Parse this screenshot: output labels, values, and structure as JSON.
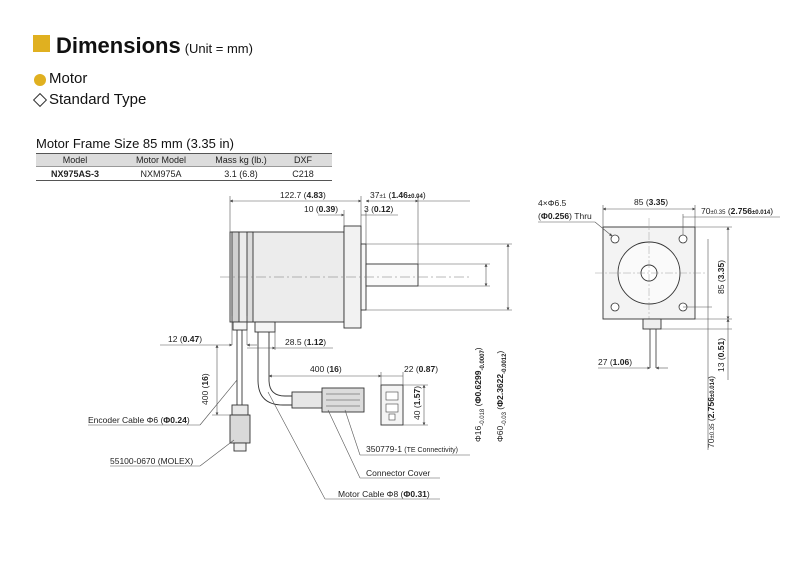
{
  "header": {
    "title": "Dimensions",
    "unit": "(Unit = mm)"
  },
  "section": {
    "motor": "Motor",
    "type": "Standard Type"
  },
  "frame": {
    "title": "Motor Frame Size 85 mm (3.35 in)"
  },
  "table": {
    "headers": [
      "Model",
      "Motor Model",
      "Mass kg (lb.)",
      "DXF"
    ],
    "row": [
      "NX975AS-3",
      "NXM975A",
      "3.1 (6.8)",
      "C218"
    ]
  },
  "dims": {
    "overall_len": {
      "v": "122.7 (",
      "b": "4.83",
      "e": ")"
    },
    "flange_10": {
      "v": "10 (",
      "b": "0.39",
      "e": ")"
    },
    "pilot_3": {
      "v": "3 (",
      "b": "0.12",
      "e": ")"
    },
    "shaft_37": {
      "v": "37",
      "t": "±1",
      "m": " (",
      "b": "1.46",
      "bt": "±0.04",
      "e": ")"
    },
    "d12": {
      "v": "12 (",
      "b": "0.47",
      "e": ")"
    },
    "d28": {
      "v": "28.5 (",
      "b": "1.12",
      "e": ")"
    },
    "d400h": {
      "v": "400 (",
      "b": "16",
      "e": ")"
    },
    "d22": {
      "v": "22 (",
      "b": "0.87",
      "e": ")"
    },
    "d400v": {
      "v": "400 (",
      "b": "16",
      "e": ")"
    },
    "d40": {
      "v": "40 (",
      "b": "1.57",
      "e": ")"
    },
    "shaft_dia": {
      "v": "Φ16",
      "s": "-0.018",
      "m": " (",
      "b": "Φ0.6299",
      "bs": "-0.0007",
      "e": ")"
    },
    "pilot_dia": {
      "v": "Φ60",
      "s": "-0.03",
      "m": " (",
      "b": "Φ2.3622",
      "bs": "-0.0012",
      "e": ")"
    },
    "hole_label_1": "4×Φ6.5",
    "hole_label_2": {
      "v": "(",
      "b": "Φ0.256",
      "e": ") Thru"
    },
    "d85_top": {
      "v": "85 (",
      "b": "3.35",
      "e": ")"
    },
    "d70_top": {
      "v": "70",
      "t": "±0.35",
      "m": " (",
      "b": "2.756",
      "bt": "±0.014",
      "e": ")"
    },
    "d85_side": {
      "v": "85 (",
      "b": "3.35",
      "e": ")"
    },
    "d27": {
      "v": "27 (",
      "b": "1.06",
      "e": ")"
    },
    "d70_side": {
      "v": "70",
      "t": "±0.35",
      "m": " (",
      "b": "2.756",
      "bt": "±0.014",
      "e": ")"
    },
    "d13": {
      "v": "13 (",
      "b": "0.51",
      "e": ")"
    }
  },
  "callouts": {
    "encoder": {
      "v": "Encoder Cable Φ6 (",
      "b": "Φ0.24",
      "e": ")"
    },
    "molex": "55100-0670 (MOLEX)",
    "te": {
      "v": "350779-1 ",
      "s": "(TE Connectivity)"
    },
    "cover": "Connector Cover",
    "motor_cable": {
      "v": "Motor Cable Φ8 (",
      "b": "Φ0.31",
      "e": ")"
    }
  },
  "colors": {
    "accent": "#e0b020",
    "line": "#333333",
    "table_header": "#dcdcdc"
  }
}
